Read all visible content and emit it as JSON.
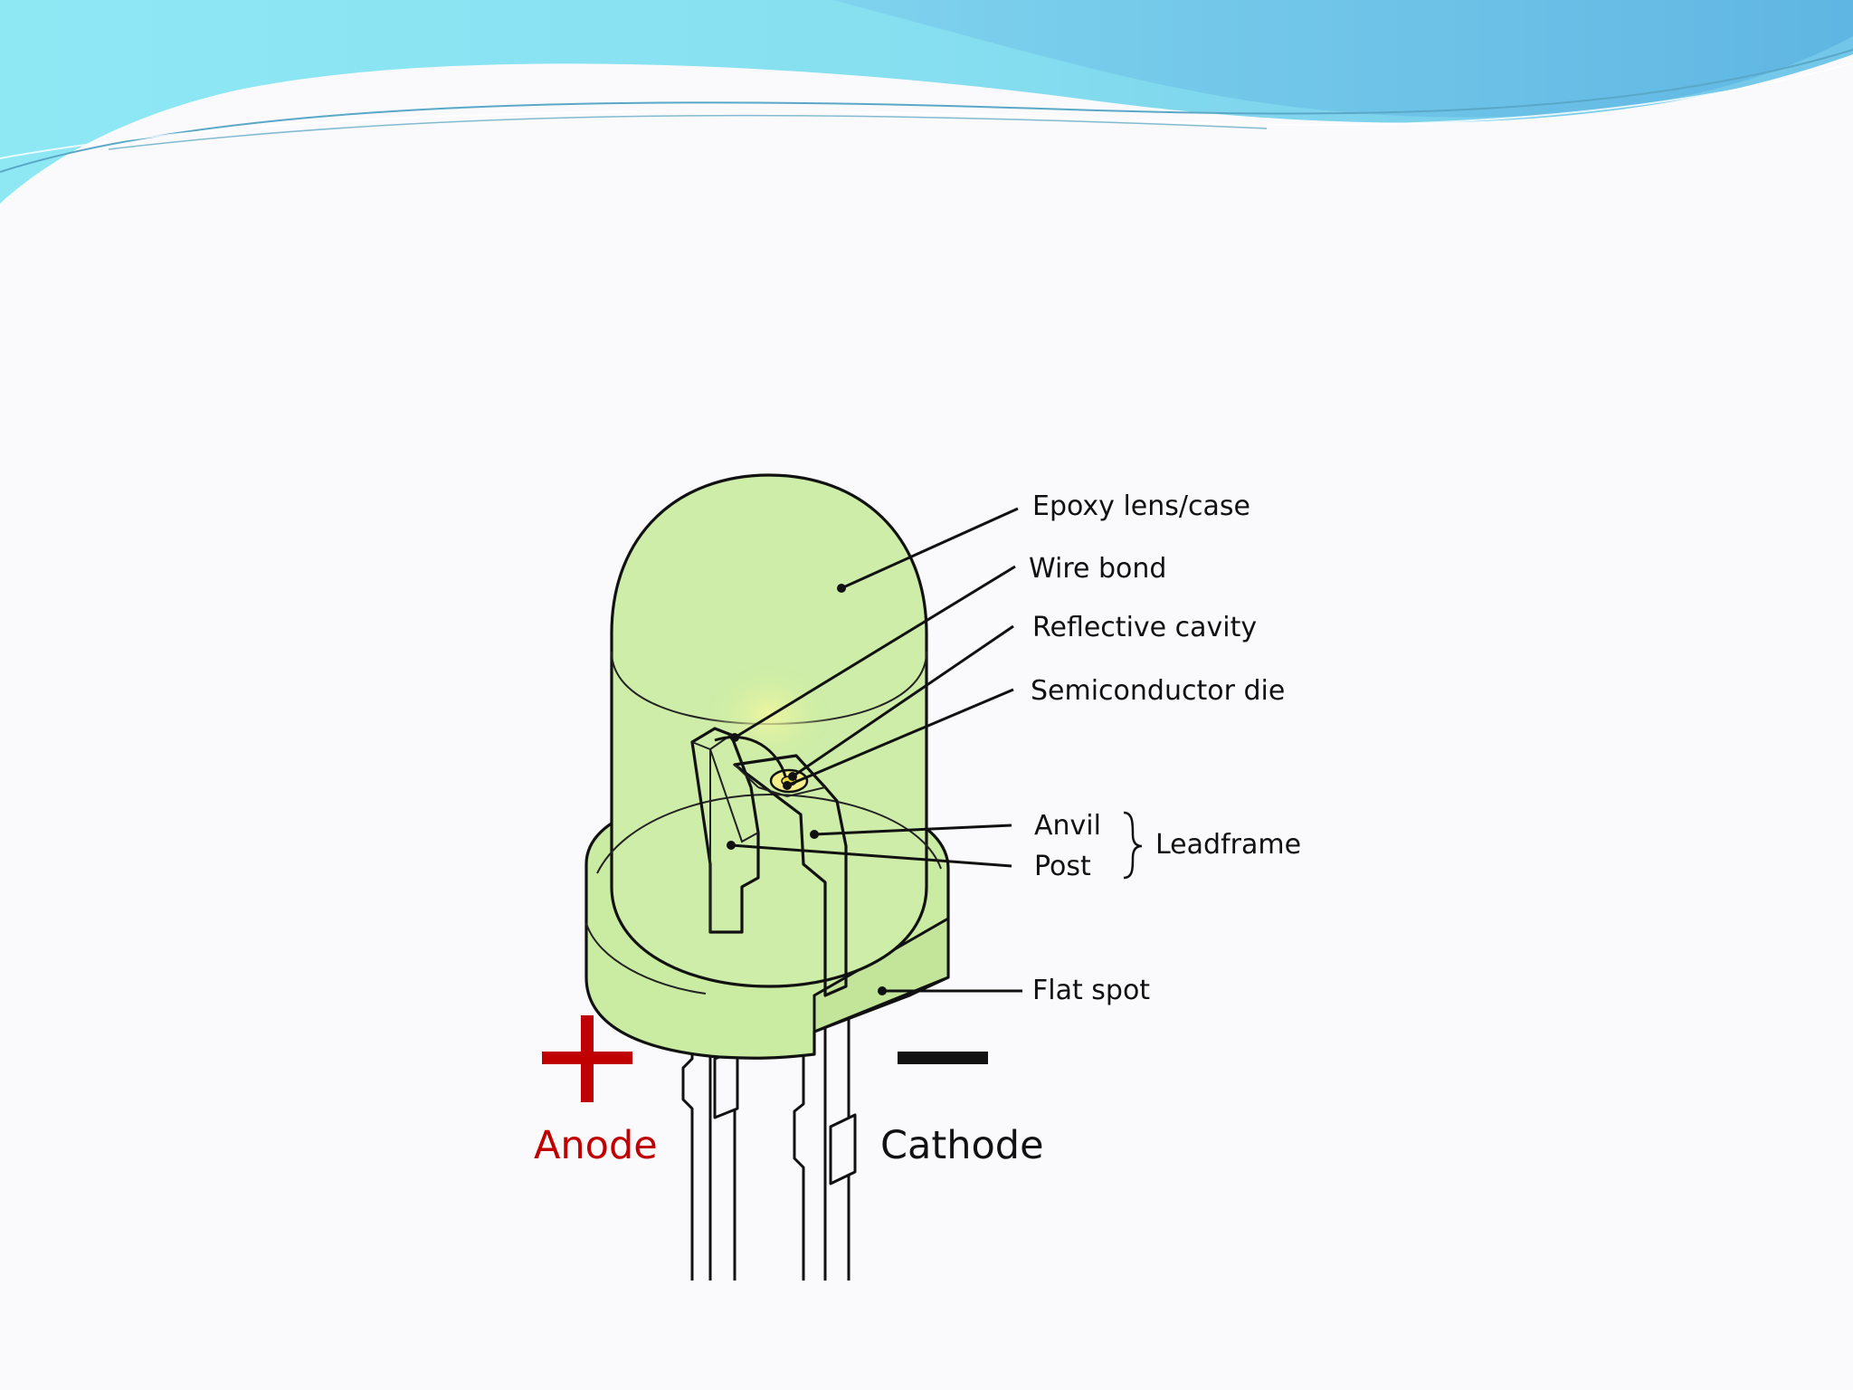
{
  "diagram": {
    "labels": {
      "epoxy": "Epoxy lens/case",
      "wire_bond": "Wire bond",
      "reflective_cavity": "Reflective cavity",
      "semiconductor_die": "Semiconductor die",
      "anvil": "Anvil",
      "post": "Post",
      "leadframe": "Leadframe",
      "flat_spot": "Flat spot",
      "anode": "Anode",
      "cathode": "Cathode"
    },
    "colors": {
      "epoxy_fill": "#c9eba2",
      "anode": "#c00000",
      "cathode": "#111111",
      "header_light": "#8ee6f2",
      "header_dark": "#6fc0e6"
    },
    "icons": {
      "anode_symbol": "plus-sign",
      "cathode_symbol": "minus-sign"
    }
  }
}
